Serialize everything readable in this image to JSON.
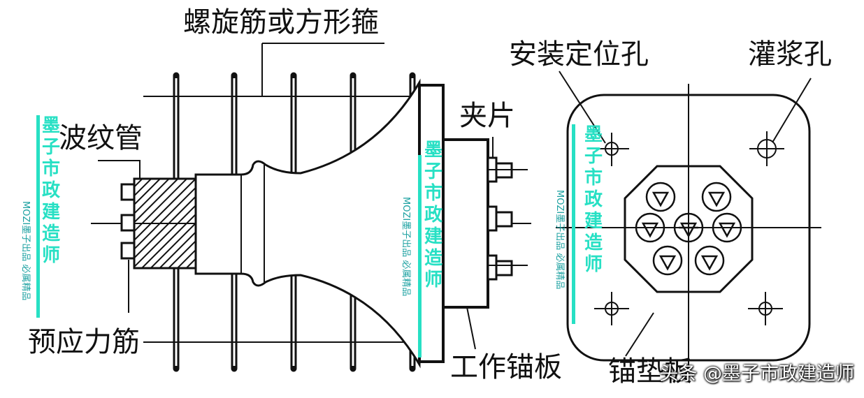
{
  "labels": {
    "spiral": "螺旋筋或方形箍",
    "corrugated": "波纹管",
    "tendon": "预应力筋",
    "wedge": "夹片",
    "workplate": "工作锚板",
    "positioning_hole": "安装定位孔",
    "grout_hole": "灌浆孔",
    "bearing_plate": "锚垫板"
  },
  "watermark": {
    "brand": "墨子市政建造师",
    "tagline": "MOZI墨子出品 必属精品",
    "color": "#27e0c4"
  },
  "credit": "头条 @墨子市政建造师"
}
